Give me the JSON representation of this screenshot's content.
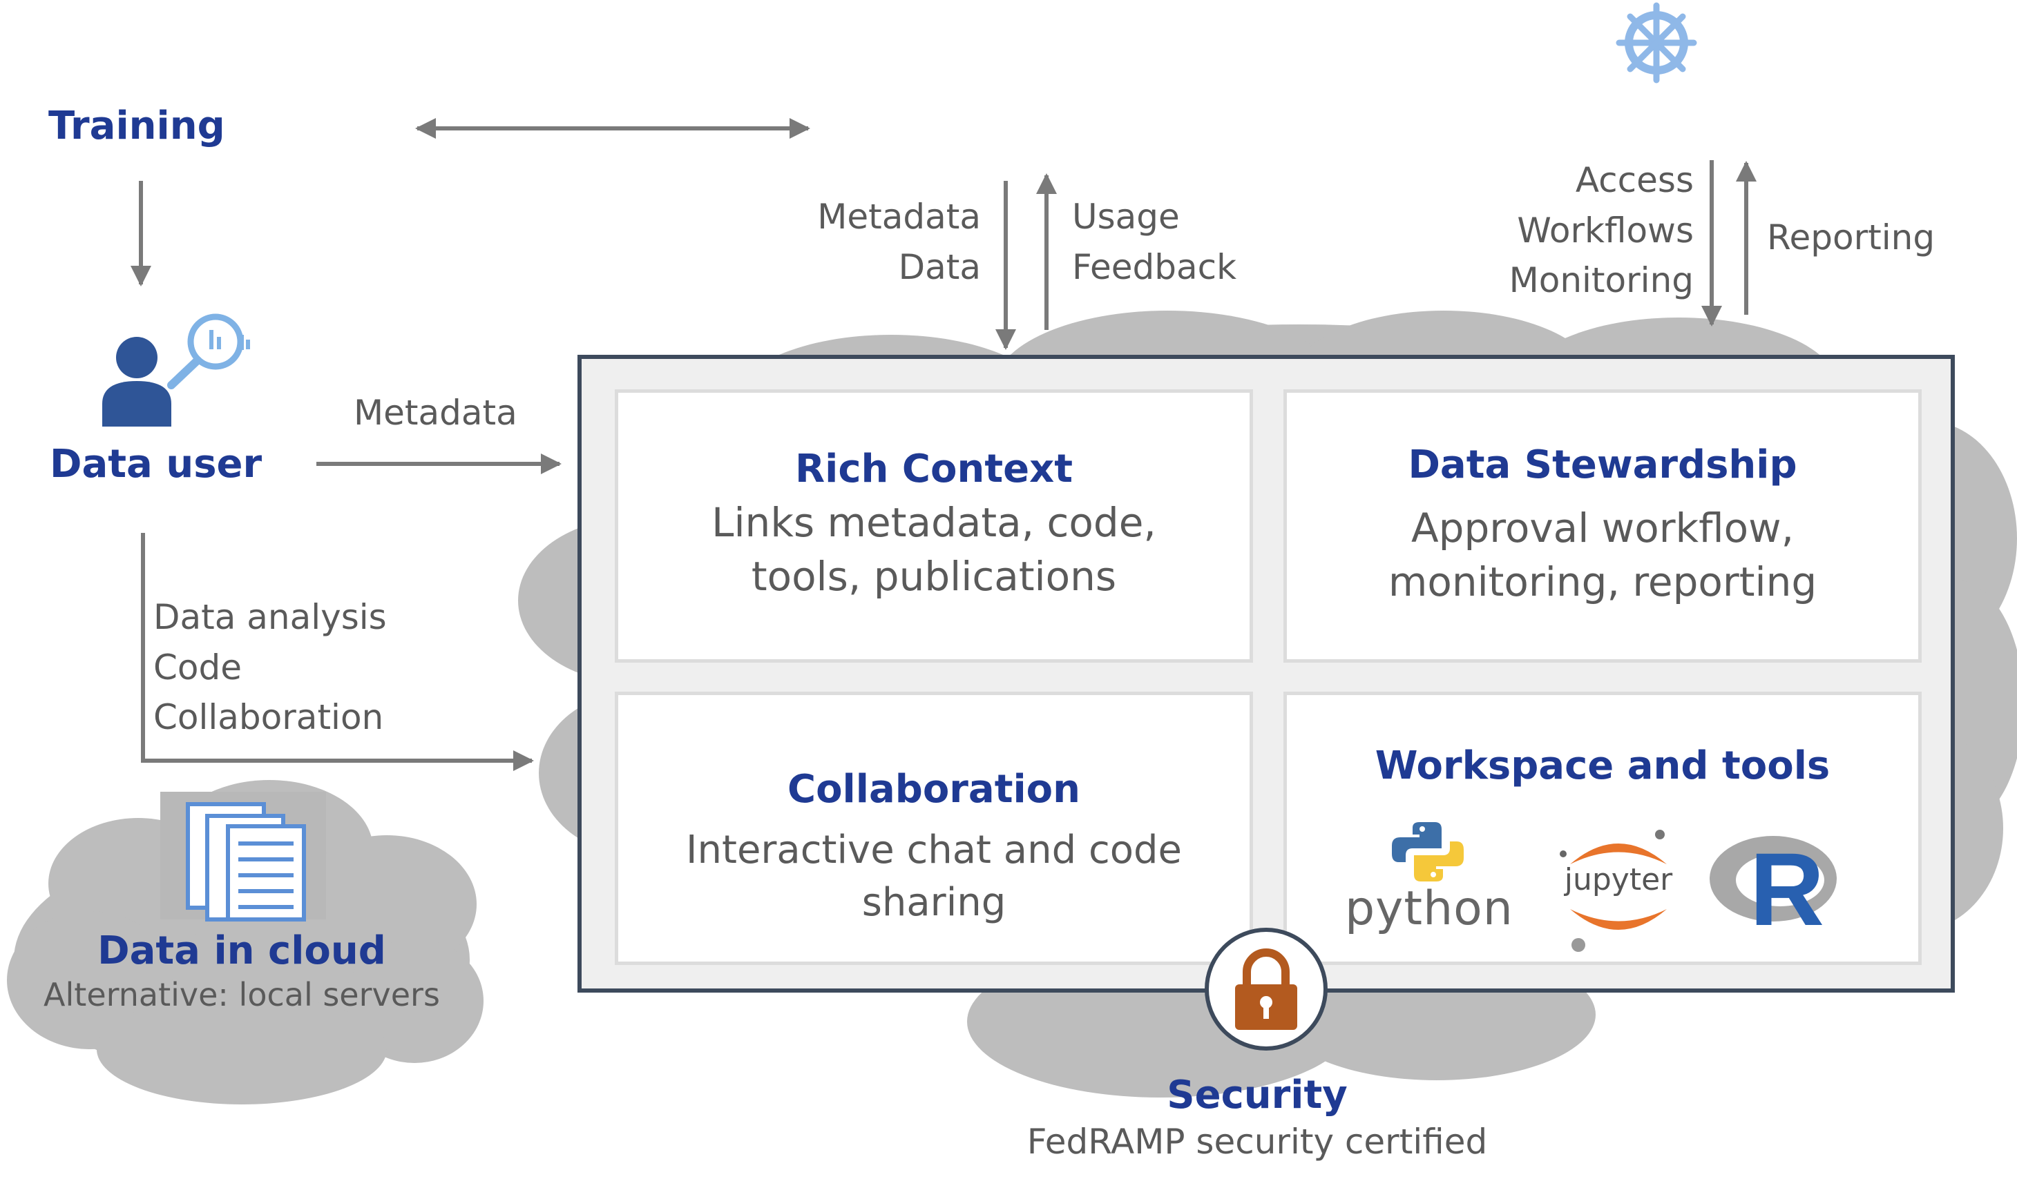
{
  "training": {
    "title": "Training"
  },
  "data_user": {
    "title": "Data user",
    "arrow_label": "Metadata"
  },
  "user_flow": {
    "lines": [
      "Data analysis",
      "Code",
      "Collaboration"
    ]
  },
  "data_cloud": {
    "title": "Data in cloud",
    "subtitle": "Alternative: local servers"
  },
  "top_flow": {
    "down_labels": [
      "Metadata",
      "Data"
    ],
    "up_labels": [
      "Usage",
      "Feedback"
    ]
  },
  "admin_flow": {
    "down_labels": [
      "Access",
      "Workflows",
      "Monitoring"
    ],
    "up_label": "Reporting"
  },
  "panels": [
    {
      "title": "Rich Context",
      "desc": "Links metadata, code, tools, publications"
    },
    {
      "title": "Data Stewardship",
      "desc": "Approval workflow, monitoring, reporting"
    },
    {
      "title": "Collaboration",
      "desc": "Interactive chat and code sharing"
    },
    {
      "title": "Workspace and tools",
      "tools": [
        "python",
        "jupyter",
        "R"
      ]
    }
  ],
  "security": {
    "title": "Security",
    "subtitle": "FedRAMP security certified"
  },
  "colors": {
    "title_blue": "#1f3a93",
    "text_gray": "#5a5a5a",
    "arrow_gray": "#7a7a7a",
    "cloud_gray": "#bdbdbd",
    "frame_navy": "#3d4a5c",
    "lock_orange": "#b35a1f",
    "helm_blue": "#8fb8e8"
  }
}
